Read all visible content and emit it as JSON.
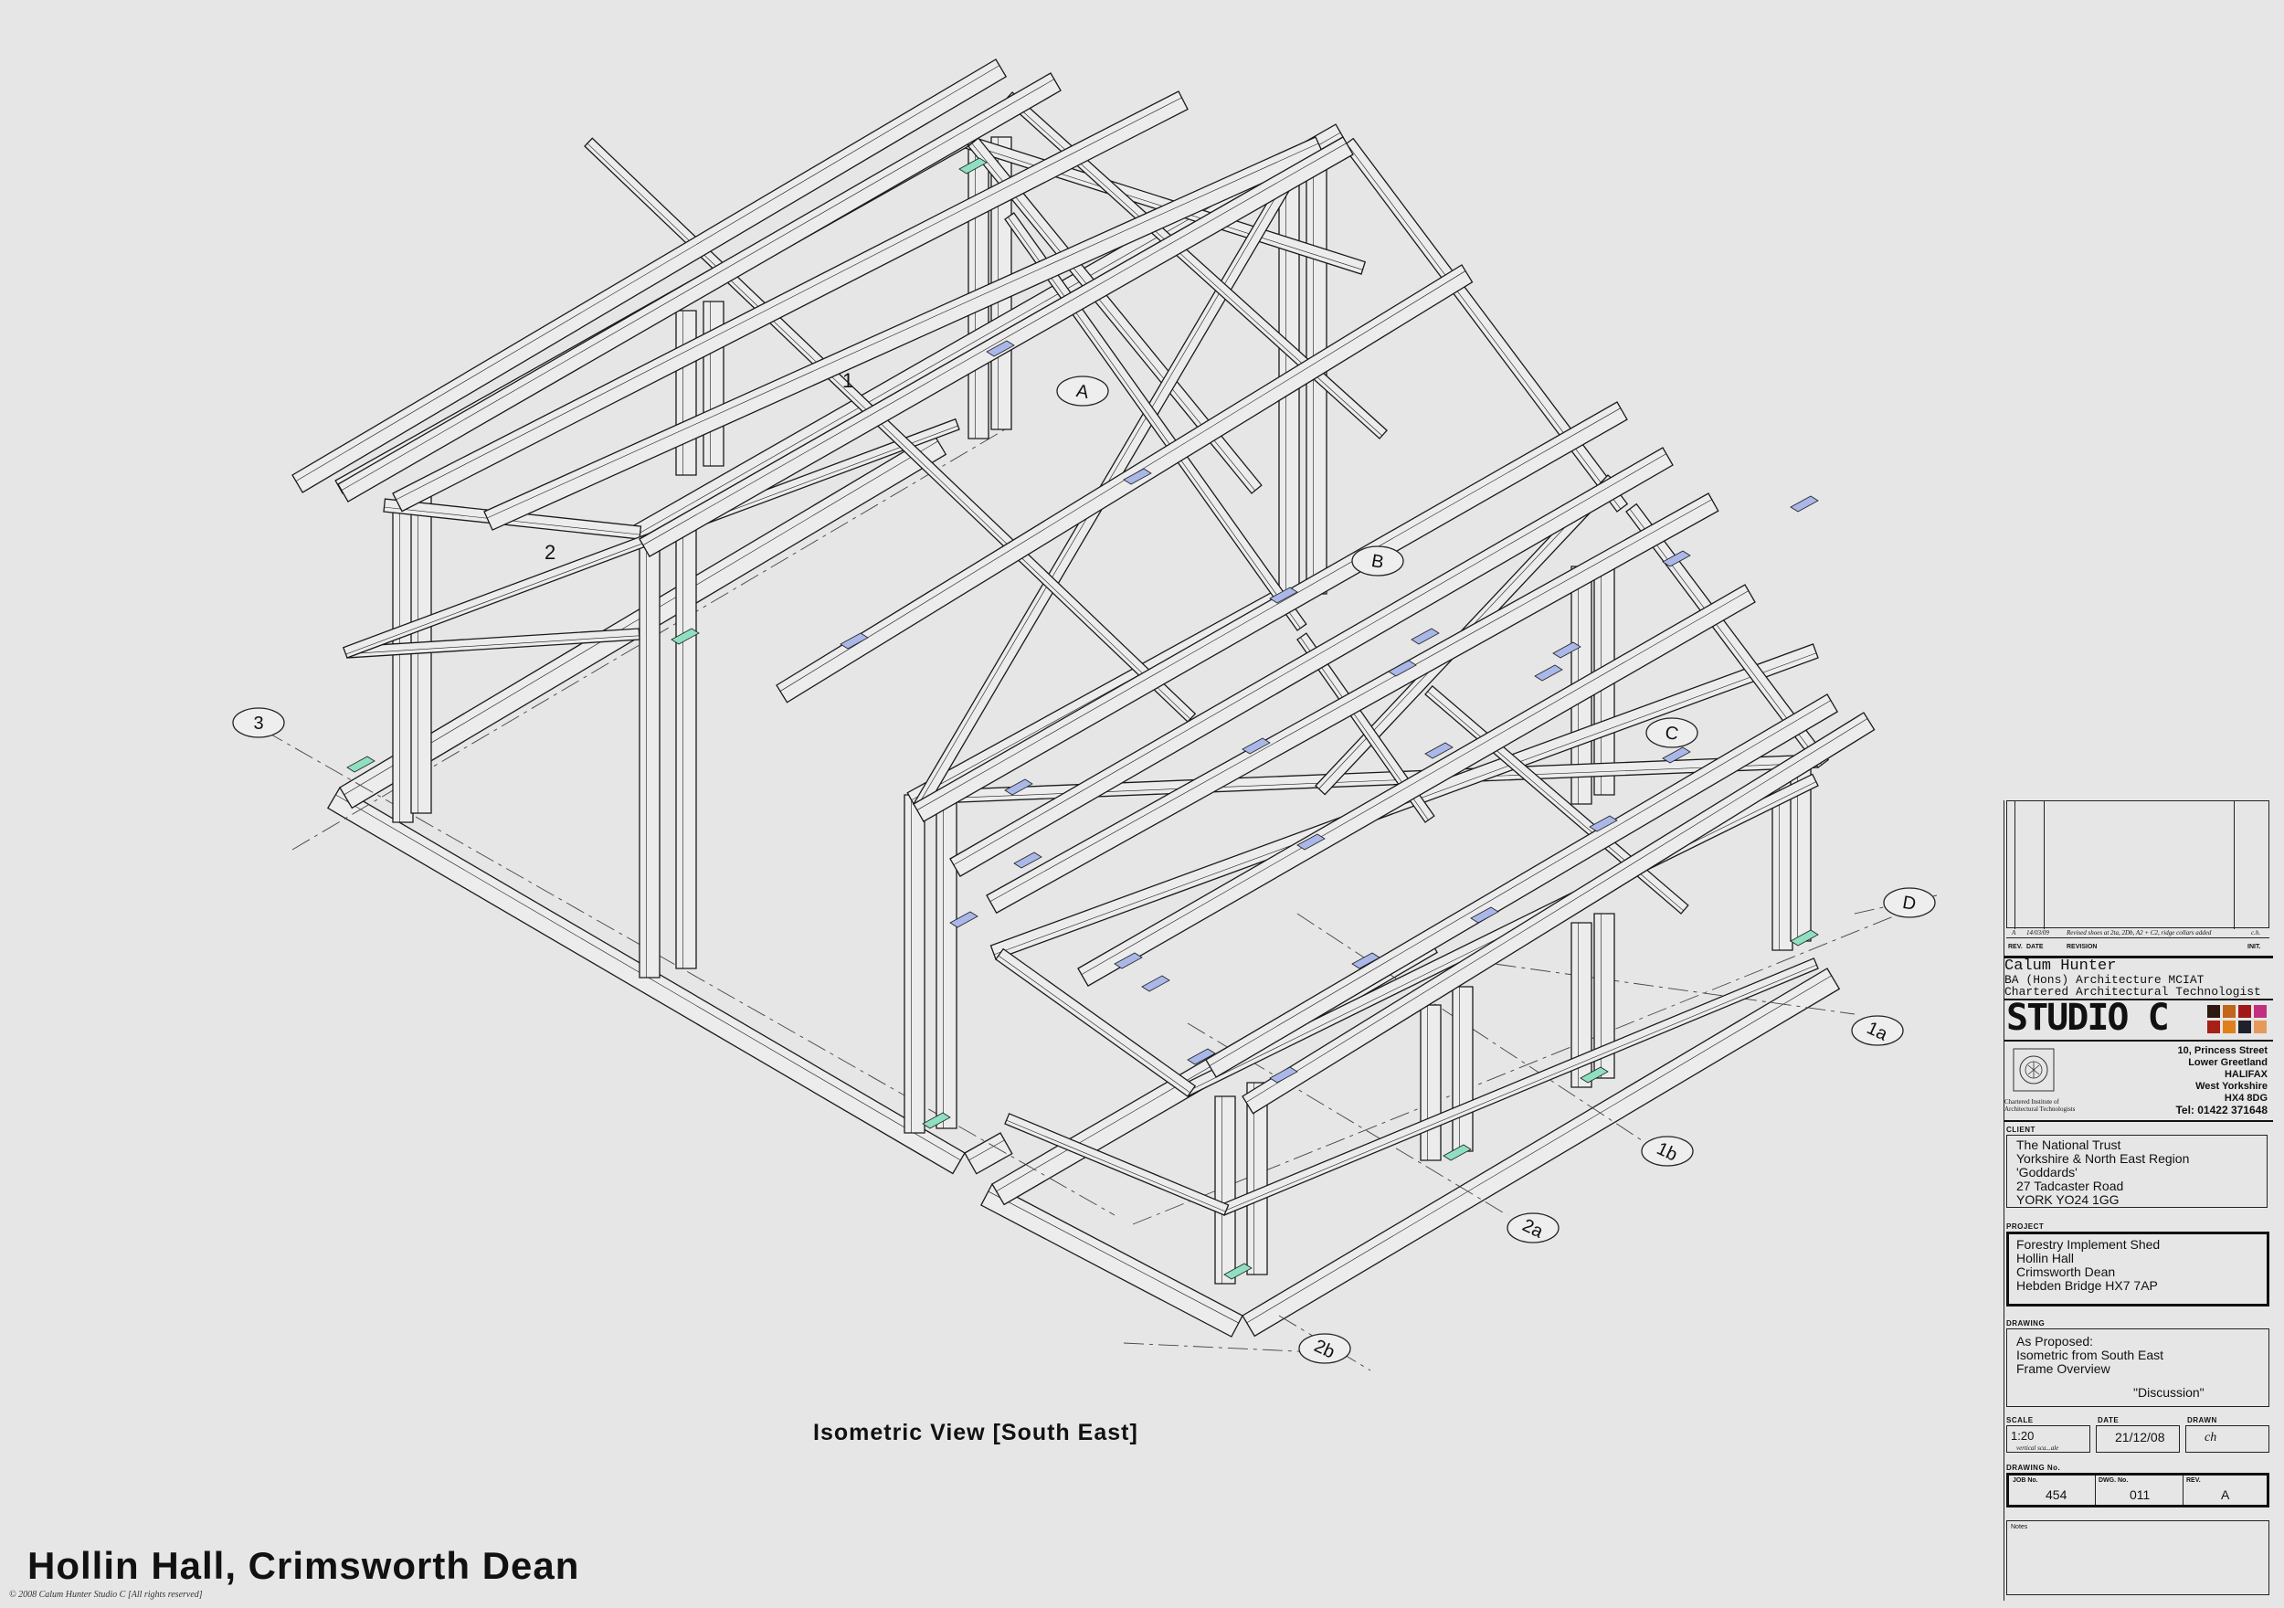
{
  "drawing": {
    "view_title": "Isometric View [South East]",
    "main_title": "Hollin Hall, Crimsworth Dean",
    "copyright": "© 2008 Calum Hunter Studio C [All rights reserved]",
    "grid_labels": [
      "A",
      "B",
      "C",
      "D",
      "1",
      "2",
      "3",
      "1a",
      "1b",
      "2a",
      "2b"
    ]
  },
  "title_block": {
    "revision": {
      "rev": "A",
      "date": "14/03/09",
      "revision_text": "Revised shoes at 2ta, 2Db, A2 + C2, ridge collars added",
      "init": "c.h.",
      "headers": [
        "REV.",
        "DATE",
        "REVISION",
        "INIT."
      ]
    },
    "architect": {
      "name": "Calum Hunter",
      "qualification": "BA (Hons) Architecture MCIAT",
      "role": "Chartered Architectural Technologist",
      "studio": "STUDIO C",
      "address": [
        "10, Princess Street",
        "Lower Greetland",
        "HALIFAX",
        "West Yorkshire",
        "HX4 8DG"
      ],
      "tel": "Tel: 01422 371648",
      "ciat": [
        "Chartered Institute of",
        "Architectural Technologists"
      ],
      "colors": [
        "#2b1a10",
        "#c1661a",
        "#a01818",
        "#c22f7f",
        "#a62018",
        "#e0801c",
        "#20202a",
        "#e69a5a"
      ]
    },
    "client": {
      "header": "CLIENT",
      "lines": [
        "The National Trust",
        "Yorkshire & North East Region",
        "'Goddards'",
        "27 Tadcaster Road",
        "YORK YO24 1GG"
      ]
    },
    "project": {
      "header": "PROJECT",
      "lines": [
        "Forestry Implement Shed",
        "Hollin Hall",
        "Crimsworth Dean",
        "Hebden Bridge HX7 7AP"
      ]
    },
    "drawing_desc": {
      "header": "DRAWING",
      "lines": [
        "As Proposed:",
        "Isometric from South East",
        "Frame Overview"
      ],
      "status": "\"Discussion\""
    },
    "scale": {
      "header": "SCALE",
      "value": "1:20",
      "note": "vertical sca...ale"
    },
    "date": {
      "header": "DATE",
      "value": "21/12/08"
    },
    "drawn": {
      "header": "DRAWN",
      "value": "ch"
    },
    "drawing_no": {
      "header": "DRAWING No.",
      "job_label": "JOB No.",
      "job": "454",
      "dwg_label": "DWG. No.",
      "dwg": "011",
      "rev_label": "REV.",
      "rev": "A"
    },
    "notes": {
      "header": "Notes"
    }
  }
}
